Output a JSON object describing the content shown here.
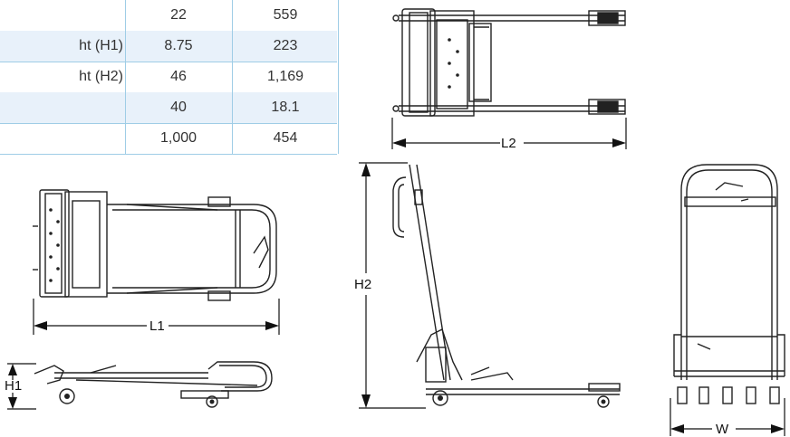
{
  "spec_table": {
    "rows": [
      {
        "label": "",
        "in": "22",
        "mm": "559"
      },
      {
        "label": "ht (H1)",
        "in": "8.75",
        "mm": "223"
      },
      {
        "label": "ht (H2)",
        "in": "46",
        "mm": "1,169"
      },
      {
        "label": "",
        "in": "40",
        "mm": "18.1"
      },
      {
        "label": "",
        "in": "1,000",
        "mm": "454"
      }
    ]
  },
  "dimension_labels": {
    "l2": "L2",
    "l1": "L1",
    "h2": "H2",
    "h1": "H1",
    "w": "W"
  },
  "colors": {
    "table_border": "#9fcde6",
    "row_shade": "#e8f1fa",
    "line": "#222222"
  }
}
